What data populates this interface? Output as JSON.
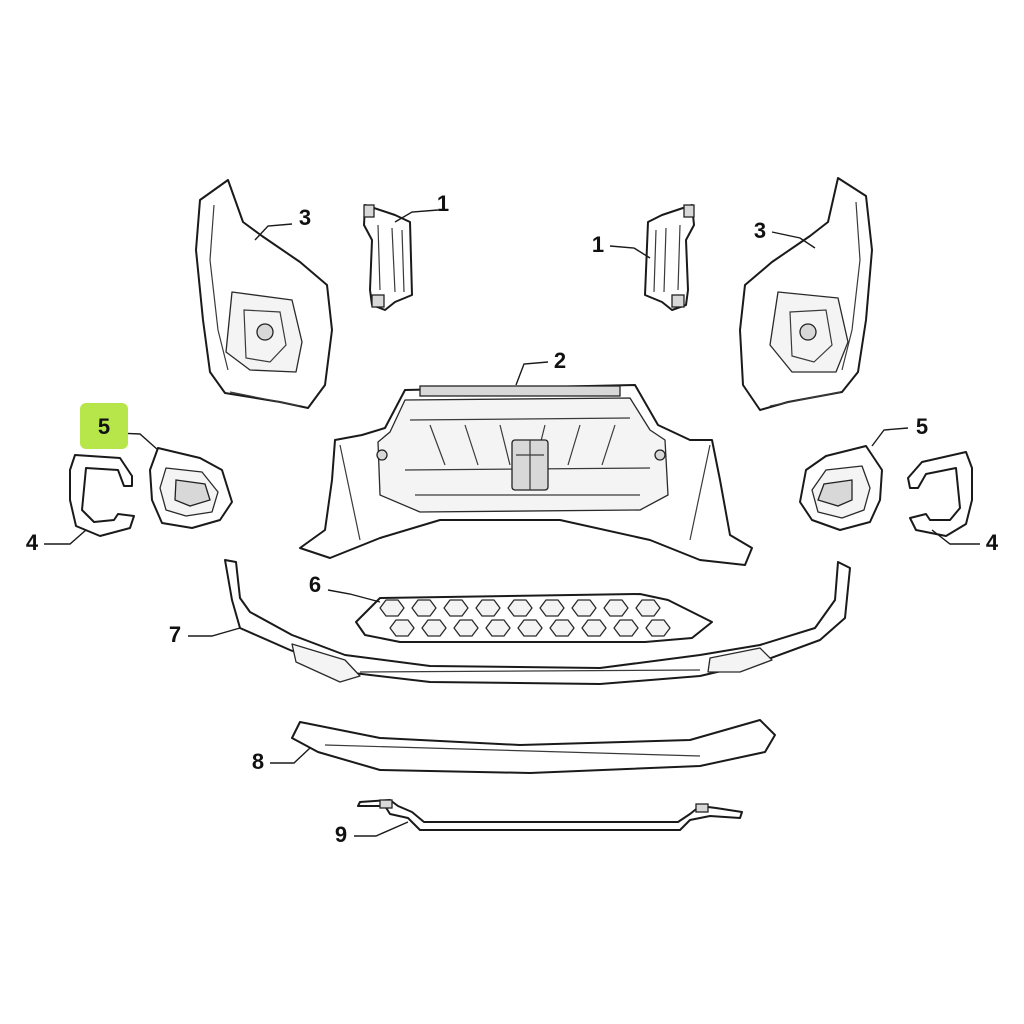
{
  "highlight_color": "#b6e64a",
  "callouts": {
    "c1_left": "1",
    "c1_right": "1",
    "c2": "2",
    "c3_left": "3",
    "c3_right": "3",
    "c4_left": "4",
    "c4_right": "4",
    "c5_left": "5",
    "c5_right": "5",
    "c6": "6",
    "c7": "7",
    "c8": "8",
    "c9": "9"
  },
  "highlighted_callout": "c5_left"
}
